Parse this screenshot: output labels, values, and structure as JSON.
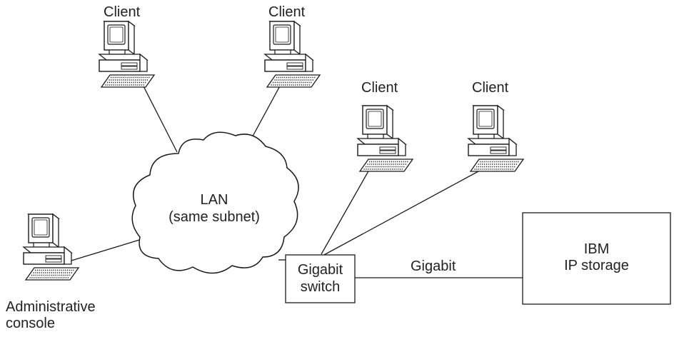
{
  "labels": {
    "client_1": "Client",
    "client_2": "Client",
    "client_3": "Client",
    "client_4": "Client",
    "admin_line1": "Administrative",
    "admin_line2": "console",
    "lan_line1": "LAN",
    "lan_line2": "(same subnet)",
    "switch_line1": "Gigabit",
    "switch_line2": "switch",
    "link_label": "Gigabit",
    "storage_line1": "IBM",
    "storage_line2": "IP storage"
  },
  "icons": {
    "client": "desktop-computer-icon",
    "admin": "desktop-computer-icon",
    "lan": "cloud-icon"
  },
  "colors": {
    "stroke": "#1a1a1a",
    "background": "#ffffff"
  }
}
